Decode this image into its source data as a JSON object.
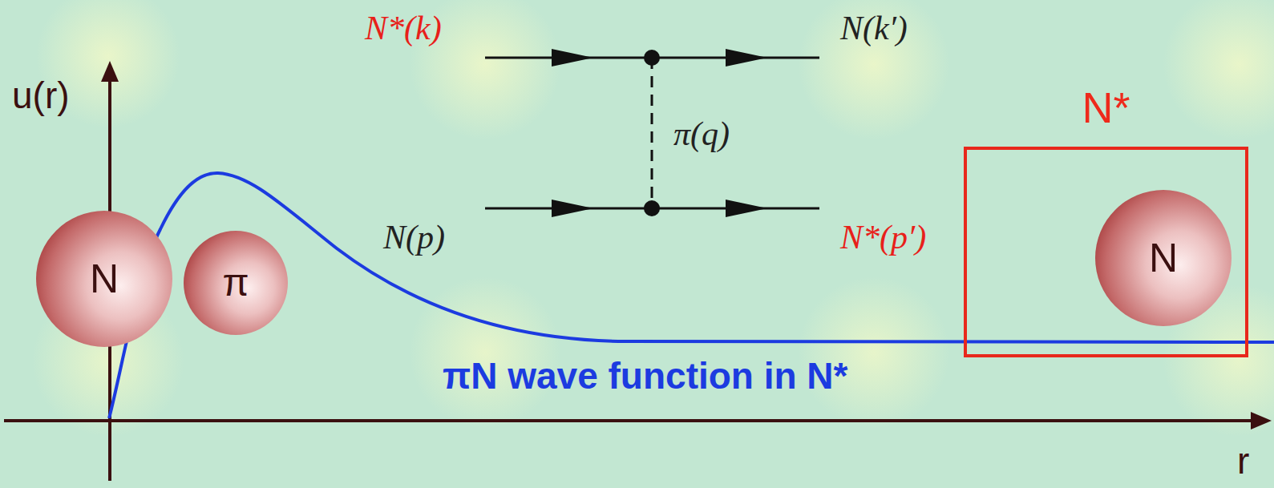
{
  "diagram": {
    "nodes": [
      {
        "text": [
          "N"
        ]
      },
      {
        "text": [
          "π"
        ]
      },
      {
        "text": [
          "N*"
        ]
      },
      {
        "text": [
          "N"
        ],
        "in": 2
      }
    ],
    "labels": [
      "u(r)",
      "N*(k)",
      "N(k′)",
      "π(q)",
      "N(p)",
      "N*(p′)",
      "πN wave function in N*",
      "r"
    ]
  }
}
